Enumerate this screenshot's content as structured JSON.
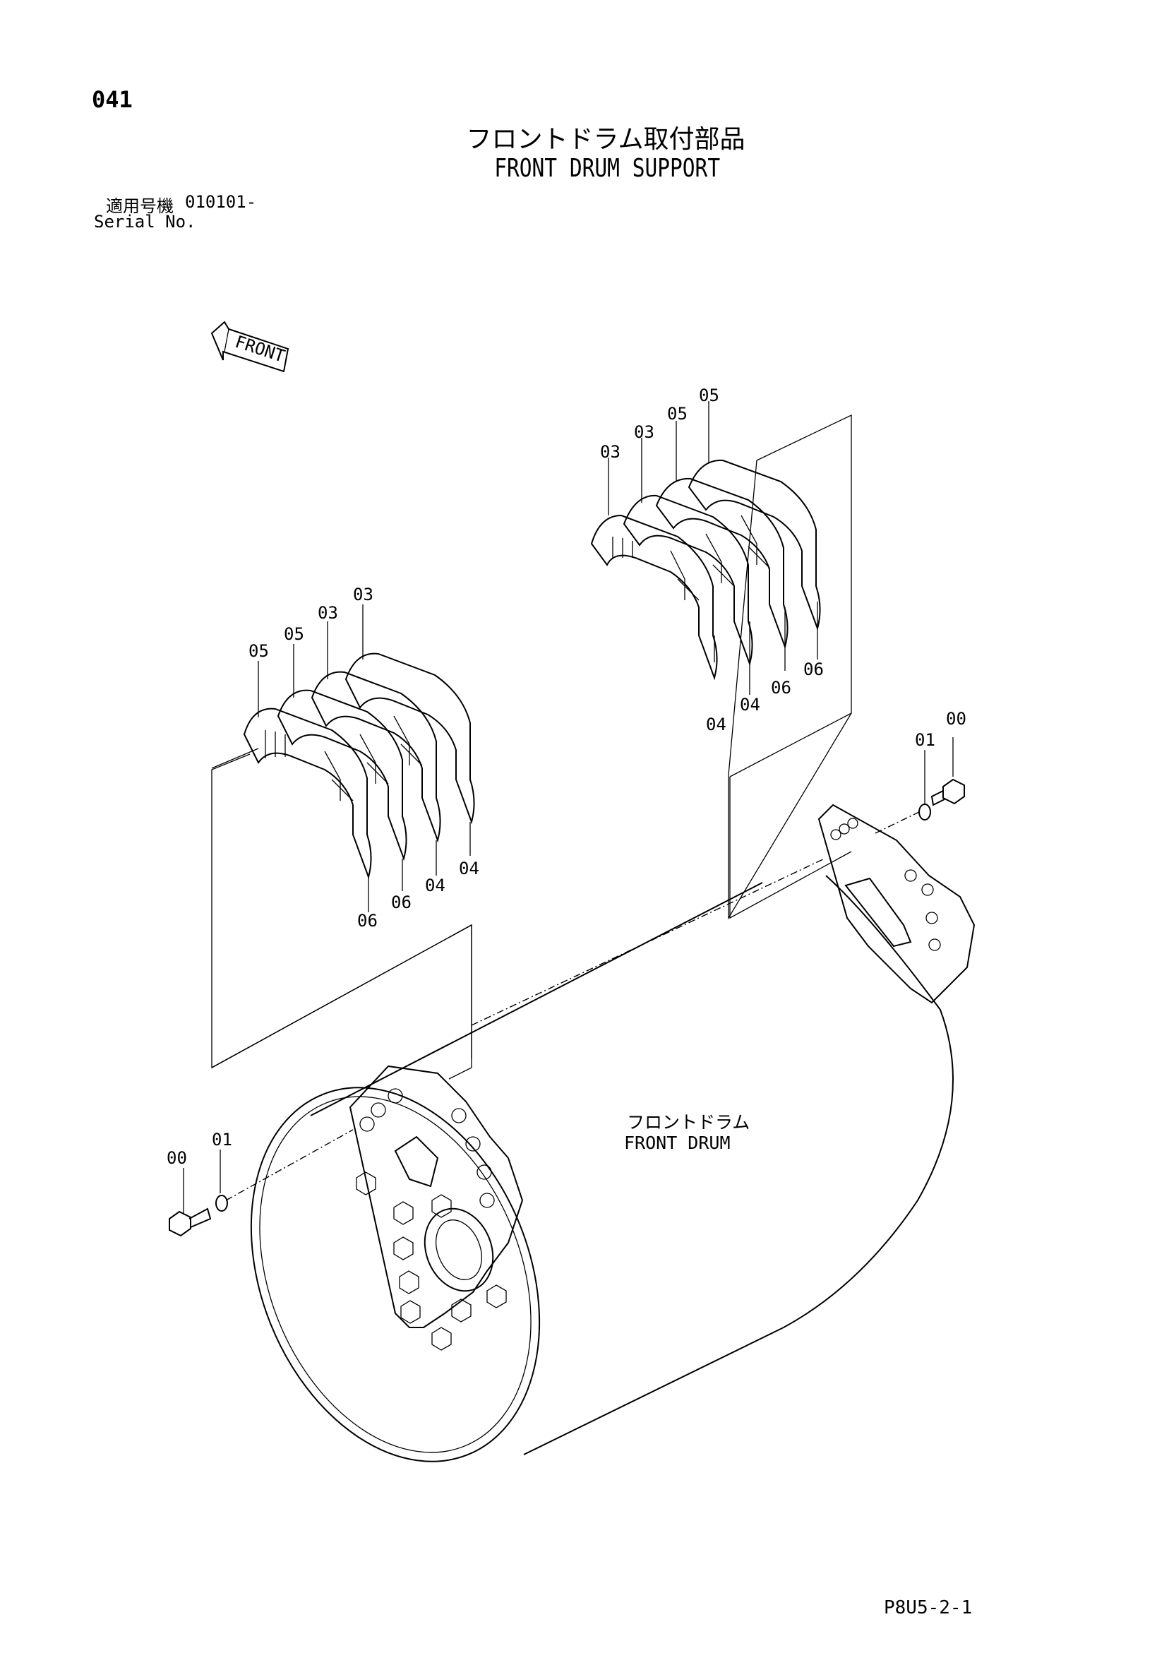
{
  "page_number": "041",
  "title_jp": "フロントドラム取付部品",
  "title_en": "FRONT DRUM SUPPORT",
  "serial": {
    "label_jp": "適用号機",
    "value": "010101-",
    "label_en": "Serial No."
  },
  "front_arrow_label": "FRONT",
  "part_labels": {
    "upper_right_group": [
      "03",
      "03",
      "05",
      "05",
      "06",
      "06",
      "04",
      "04"
    ],
    "left_group": [
      "05",
      "05",
      "03",
      "03",
      "04",
      "04",
      "06",
      "06"
    ],
    "right_fasteners": [
      "01",
      "00"
    ],
    "left_fasteners": [
      "00",
      "01"
    ]
  },
  "drum_label_jp": "フロントドラム",
  "drum_label_en": "FRONT DRUM",
  "footer_code": "P8U5-2-1"
}
